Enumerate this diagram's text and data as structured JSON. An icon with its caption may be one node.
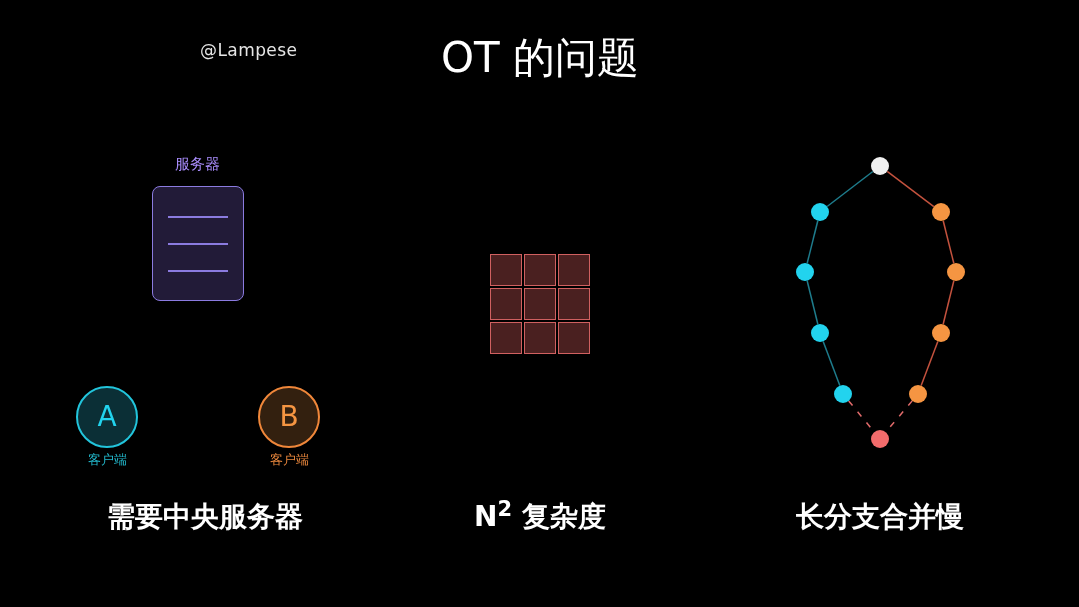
{
  "diagram": {
    "title": "OT 的问题",
    "nodes": [
      {
        "text": [
          "服务器"
        ]
      },
      {
        "text": [
          "A"
        ],
        "beside": [
          "客户端"
        ]
      },
      {
        "text": [
          "B"
        ],
        "beside": [
          "客户端"
        ]
      },
      {
        "text": [],
        "shape": "box"
      },
      {
        "text": [],
        "shape": "box"
      },
      {
        "text": [],
        "shape": "box"
      },
      {
        "text": [],
        "shape": "box"
      },
      {
        "text": [],
        "shape": "box"
      },
      {
        "text": [],
        "shape": "box"
      },
      {
        "text": [],
        "shape": "box"
      },
      {
        "text": [],
        "shape": "box"
      },
      {
        "text": [],
        "shape": "box"
      },
      {
        "text": [],
        "shape": "circle"
      },
      {
        "text": [],
        "shape": "circle"
      },
      {
        "text": [],
        "shape": "circle"
      },
      {
        "text": [],
        "shape": "circle"
      },
      {
        "text": [],
        "shape": "circle"
      },
      {
        "text": [],
        "shape": "circle"
      },
      {
        "text": [],
        "shape": "circle"
      },
      {
        "text": [],
        "shape": "circle"
      },
      {
        "text": [],
        "shape": "circle"
      },
      {
        "text": [],
        "shape": "circle"
      }
    ],
    "edges": [
      {
        "from": 12,
        "to": 13,
        "arrow": "none",
        "color": "#1e7c8c"
      },
      {
        "from": 13,
        "to": 14,
        "arrow": "none",
        "color": "#1e7c8c"
      },
      {
        "from": 14,
        "to": 15,
        "arrow": "none",
        "color": "#1e7c8c"
      },
      {
        "from": 15,
        "to": 16,
        "arrow": "none",
        "color": "#1e7c8c"
      },
      {
        "from": 16,
        "to": 21,
        "arrow": "none",
        "style": "dashed",
        "color": "#e06a6a"
      },
      {
        "from": 12,
        "to": 17,
        "arrow": "none",
        "color": "#c4523e"
      },
      {
        "from": 17,
        "to": 18,
        "arrow": "none",
        "color": "#c4523e"
      },
      {
        "from": 18,
        "to": 19,
        "arrow": "none",
        "color": "#c4523e"
      },
      {
        "from": 19,
        "to": 20,
        "arrow": "none",
        "color": "#c4523e"
      },
      {
        "from": 20,
        "to": 21,
        "arrow": "none",
        "style": "dashed",
        "color": "#e06a6a"
      }
    ],
    "labels": [
      "@Lampese",
      "需要中央服务器",
      "N$^{2}$ 复杂度",
      "长分支合并慢"
    ]
  }
}
